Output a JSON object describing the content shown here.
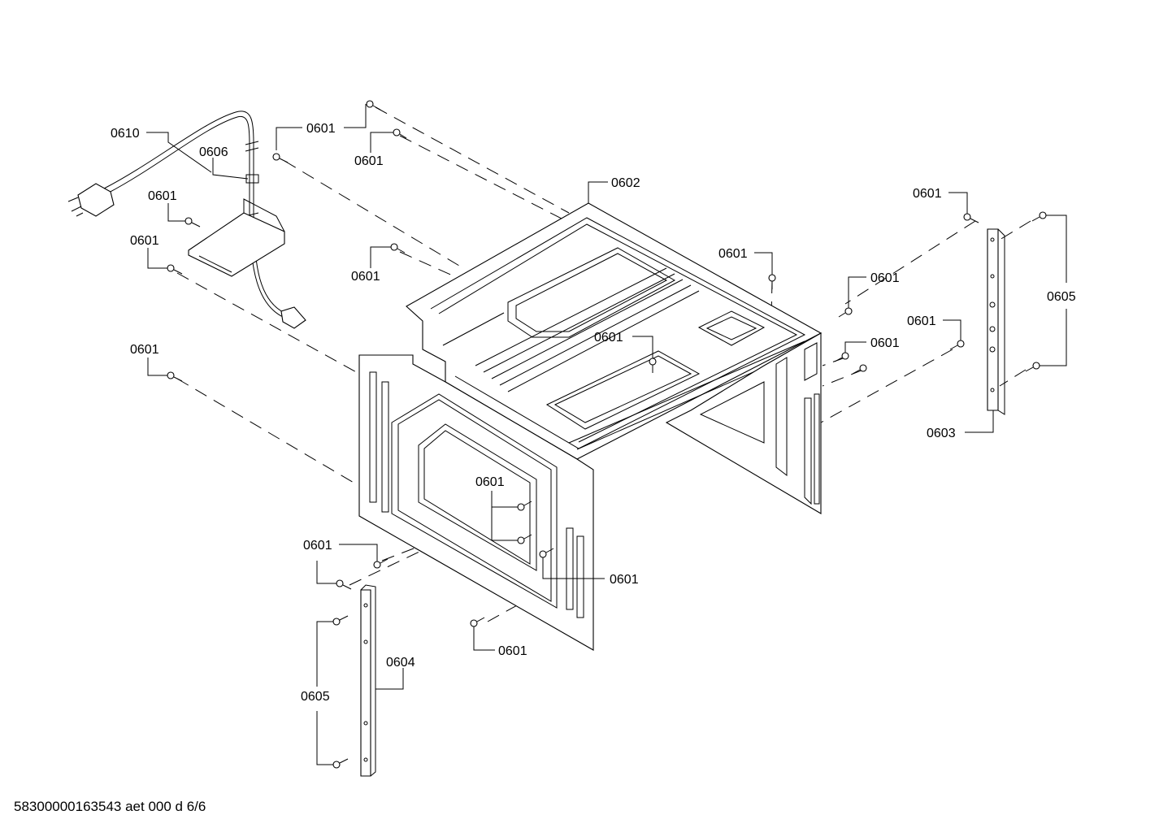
{
  "labels": {
    "l0610": "0610",
    "l0606": "0606",
    "l0602": "0602",
    "l0603": "0603",
    "l0604": "0604",
    "l0605": "0605",
    "l0601": "0601"
  },
  "footer": "58300000163543 aet 000 d 6/6"
}
